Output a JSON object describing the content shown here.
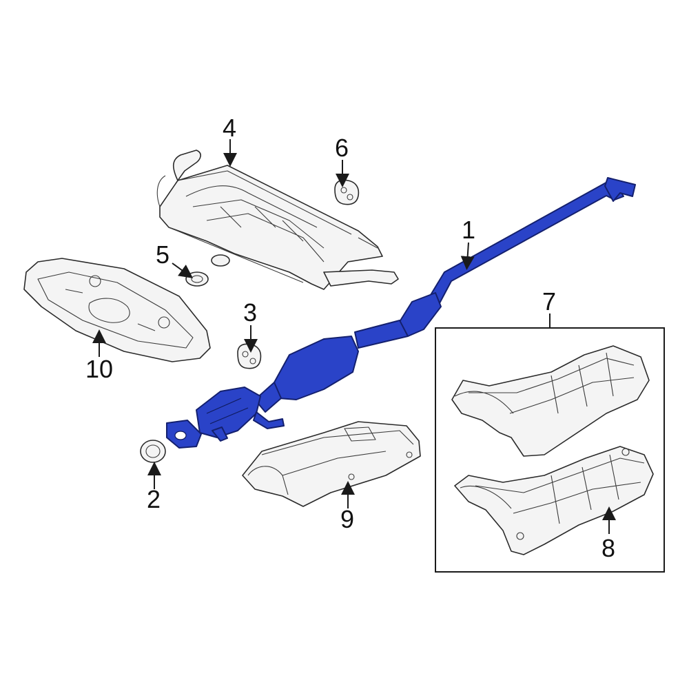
{
  "diagram": {
    "highlight_color": "#2a43c8",
    "callouts": [
      {
        "id": "1",
        "label": "1"
      },
      {
        "id": "2",
        "label": "2"
      },
      {
        "id": "3",
        "label": "3"
      },
      {
        "id": "4",
        "label": "4"
      },
      {
        "id": "5",
        "label": "5"
      },
      {
        "id": "6",
        "label": "6"
      },
      {
        "id": "7",
        "label": "7"
      },
      {
        "id": "8",
        "label": "8"
      },
      {
        "id": "9",
        "label": "9"
      },
      {
        "id": "10",
        "label": "10"
      }
    ]
  }
}
